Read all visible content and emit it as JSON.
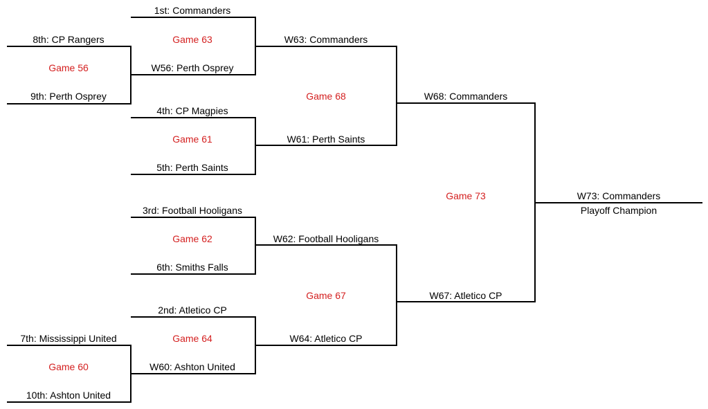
{
  "colors": {
    "line": "#000000",
    "team_text": "#000000",
    "game_text": "#d42020",
    "background": "#ffffff"
  },
  "bracket": {
    "teams": {
      "seed1": "1st: Commanders",
      "seed8": "8th: CP Rangers",
      "w56": "W56: Perth Osprey",
      "seed9": "9th: Perth Osprey",
      "seed4": "4th: CP Magpies",
      "seed5": "5th:  Perth Saints",
      "w63": "W63: Commanders",
      "w61": "W61: Perth Saints",
      "w68": "W68: Commanders",
      "w73": "W73: Commanders",
      "champion_caption": "Playoff Champion",
      "seed3": "3rd: Football Hooligans",
      "seed6": "6th: Smiths Falls",
      "w62": "W62: Football Hooligans",
      "seed2": "2nd: Atletico CP",
      "w60": "W60: Ashton United",
      "seed7": "7th: Mississippi United",
      "seed10": "10th: Ashton United",
      "w64": "W64: Atletico CP",
      "w67": "W67: Atletico CP"
    },
    "games": {
      "g56": "Game 56",
      "g60": "Game 60",
      "g61": "Game 61",
      "g62": "Game 62",
      "g63": "Game 63",
      "g64": "Game 64",
      "g67": "Game 67",
      "g68": "Game 68",
      "g73": "Game 73"
    }
  }
}
